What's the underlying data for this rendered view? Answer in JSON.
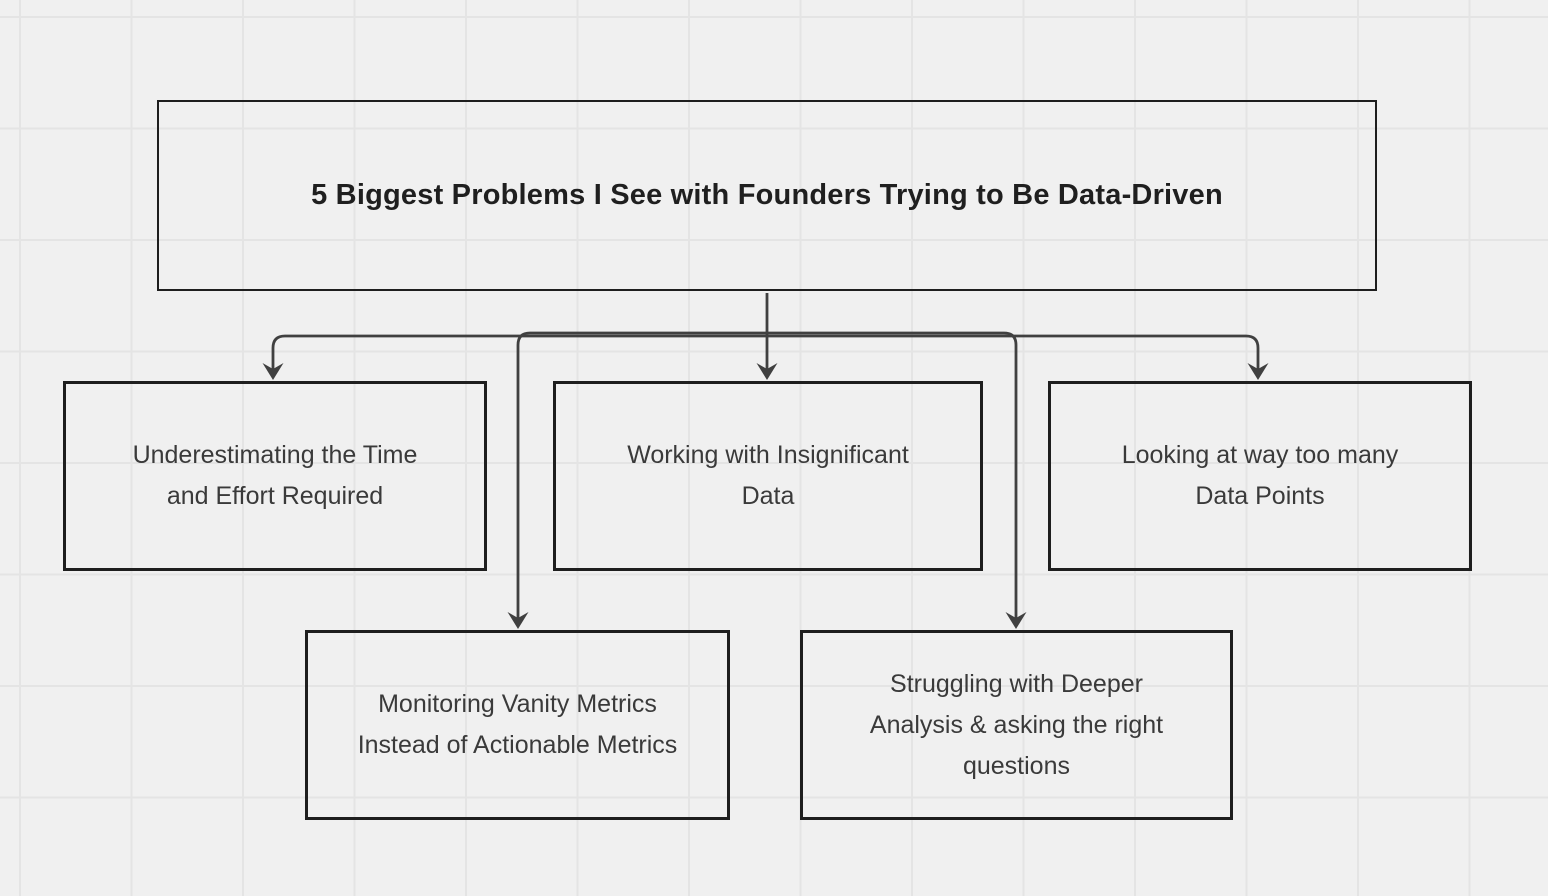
{
  "colors": {
    "bg": "#f0f0f0",
    "grid": "#e4e4e4",
    "box-border": "#1e1e1e",
    "text": "#3a3a3a",
    "title-text": "#1f1f1f",
    "connector": "#404040"
  },
  "diagram": {
    "title_node": {
      "label": "5 Biggest Problems I See with Founders Trying to Be Data-Driven"
    },
    "problem_nodes": [
      {
        "id": "time-and-effort",
        "lines": [
          "Underestimating the Time",
          "and Effort Required"
        ]
      },
      {
        "id": "insignificant-data",
        "lines": [
          "Working with Insignificant",
          "Data"
        ]
      },
      {
        "id": "too-many-data-points",
        "lines": [
          "Looking at way too many",
          "Data Points"
        ]
      },
      {
        "id": "vanity-metrics",
        "lines": [
          "Monitoring Vanity Metrics",
          "Instead of Actionable Metrics"
        ]
      },
      {
        "id": "deeper-analysis",
        "lines": [
          "Struggling with Deeper",
          "Analysis & asking the right",
          "questions"
        ]
      }
    ]
  }
}
